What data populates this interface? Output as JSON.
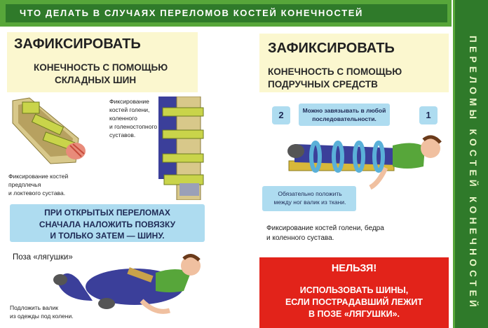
{
  "header": {
    "title": "ЧТО ДЕЛАТЬ В СЛУЧАЯХ ПЕРЕЛОМОВ КОСТЕЙ КОНЕЧНОСТЕЙ"
  },
  "sidebar": {
    "text": "ПЕРЕЛОМЫ КОСТЕЙ КОНЕЧНОСТЕЙ"
  },
  "left_panel": {
    "title": "ЗАФИКСИРОВАТЬ",
    "subtitle_line1": "КОНЕЧНОСТЬ С ПОМОЩЬЮ",
    "subtitle_line2": "СКЛАДНЫХ ШИН",
    "caption_leg": [
      "Фиксирование",
      "костей голени,",
      "коленного",
      "и голеностопного",
      "суставов."
    ],
    "caption_arm": [
      "Фиксирование костей",
      "предплечья",
      "и локтевого сустава."
    ],
    "warning": [
      "ПРИ ОТКРЫТЫХ ПЕРЕЛОМАХ",
      "СНАЧАЛА НАЛОЖИТЬ ПОВЯЗКУ",
      "И ТОЛЬКО ЗАТЕМ — ШИНУ."
    ],
    "frog_title": "Поза «лягушки»",
    "frog_caption": [
      "Подложить валик",
      "из одежды под колени."
    ]
  },
  "right_panel": {
    "title": "ЗАФИКСИРОВАТЬ",
    "subtitle_line1": "КОНЕЧНОСТЬ С ПОМОЩЬЮ",
    "subtitle_line2": "ПОДРУЧНЫХ СРЕДСТВ",
    "badge_2": "2",
    "badge_1": "1",
    "note_top": [
      "Можно завязывать в любой",
      "последовательности."
    ],
    "note_bottom": [
      "Обязательно положить",
      "между ног валик из ткани."
    ],
    "caption": [
      "Фиксирование костей голени, бедра",
      "и коленного сустава."
    ],
    "forbidden_title": "НЕЛЬЗЯ!",
    "forbidden_text": [
      "ИСПОЛЬЗОВАТЬ ШИНЫ,",
      "ЕСЛИ ПОСТРАДАВШИЙ ЛЕЖИТ",
      "В ПОЗЕ «ЛЯГУШКИ»."
    ]
  },
  "colors": {
    "green_dark": "#2f7a2a",
    "green_light": "#57a63a",
    "yellow_box": "#fbf7cf",
    "blue_box": "#aedcf0",
    "red_box": "#e2231a"
  }
}
